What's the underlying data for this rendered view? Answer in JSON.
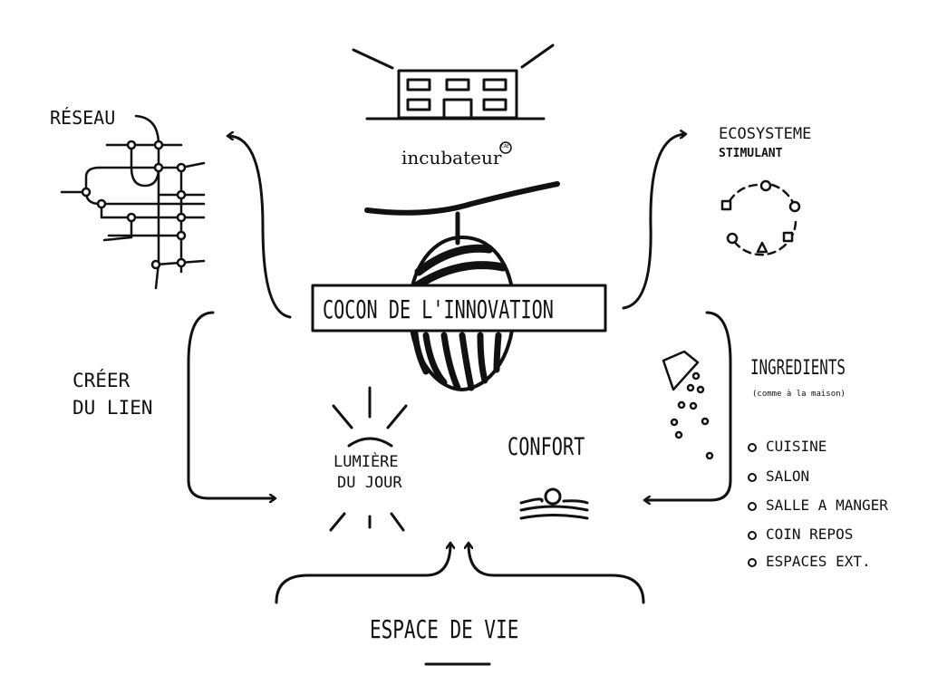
{
  "center": {
    "title": "COCON DE L'INNOVATION"
  },
  "incubator": {
    "label": "incubateur",
    "badge": "CAE"
  },
  "network": {
    "label": "RÉSEAU"
  },
  "ecosystem": {
    "line1": "ECOSYSTEME",
    "line2": "STIMULANT"
  },
  "link": {
    "line1": "CRÉER",
    "line2": "DU LIEN"
  },
  "sun": {
    "line1": "LUMIÈRE",
    "line2": "DU JOUR"
  },
  "comfort": {
    "label": "CONFORT"
  },
  "ingredients": {
    "title": "INGREDIENTS",
    "subtitle": "(comme à la maison)",
    "items": [
      "CUISINE",
      "SALON",
      "SALLE A MANGER",
      "COIN REPOS",
      "ESPACES EXT."
    ]
  },
  "living": {
    "label": "ESPACE DE VIE"
  }
}
